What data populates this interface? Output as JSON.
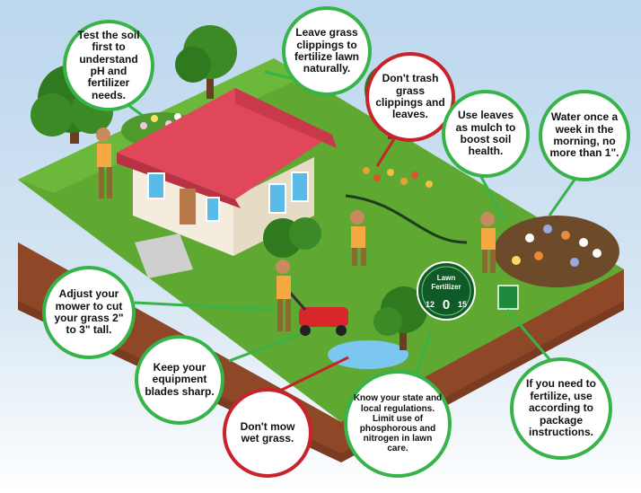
{
  "tips": {
    "test_soil": "Test the soil first to understand pH and fertilizer needs.",
    "leave_clippings": "Leave grass clippings to fertilize lawn naturally.",
    "dont_trash": "Don't trash grass clippings and leaves.",
    "use_leaves": "Use leaves as mulch to boost soil health.",
    "water_once": "Water once a week in the morning, no more than 1\".",
    "adjust_mower": "Adjust your mower to cut your grass  2\" to 3\" tall.",
    "keep_sharp": "Keep your equipment blades sharp.",
    "dont_mow_wet": "Don't mow wet grass.",
    "know_regs": "Know your state and local regulations. Limit use of phosphorous and nitrogen in lawn care.",
    "fertilize": "If you need to fertilize, use according to package instructions."
  },
  "fertilizer_badge": {
    "line1": "Lawn",
    "line2": "Fertilizer",
    "n": "12",
    "p": "0",
    "k": "15"
  },
  "colors": {
    "good_border": "#37b34a",
    "bad_border": "#c8222a",
    "lawn": "#5fa832",
    "soil": "#7b3b20",
    "roof": "#e0475a",
    "house_wall": "#f4eddd"
  }
}
